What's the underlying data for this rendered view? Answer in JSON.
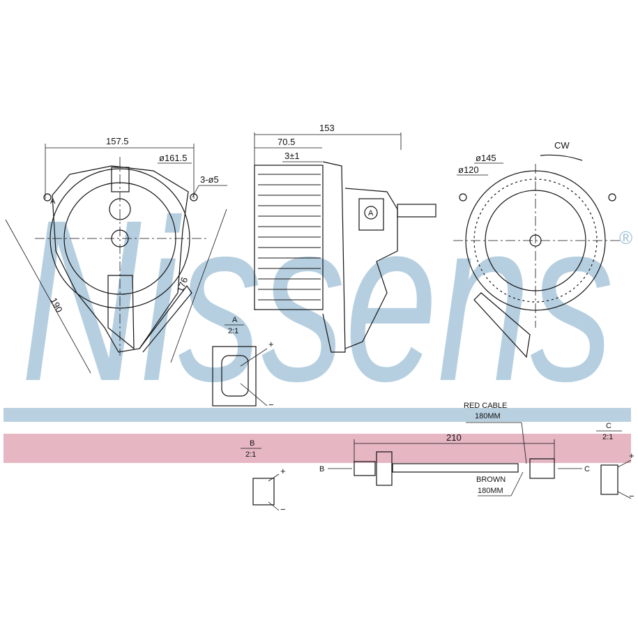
{
  "watermark": {
    "brand": "Nissens",
    "registered": "®",
    "band_blue": "#b9d0e0",
    "band_red": "#e6b7c3"
  },
  "front_view": {
    "width_dim": "157.5",
    "outer_dia": "ø161.5",
    "holes": "3-ø5",
    "diag_dim_1": "190",
    "diag_dim_2": "176",
    "point_label": "A"
  },
  "side_view": {
    "overall": "153",
    "depth": "70.5",
    "gap": "3±1",
    "detail_marker": "A"
  },
  "rear_view": {
    "dia_outer": "ø145",
    "dia_inner": "ø120",
    "rotation": "CW"
  },
  "detail_a": {
    "title": "A",
    "scale": "2:1",
    "plus": "+",
    "minus": "−"
  },
  "detail_b": {
    "title": "B",
    "scale": "2:1",
    "plus": "+",
    "minus": "−"
  },
  "detail_c": {
    "title": "C",
    "scale": "2:1",
    "plus": "+",
    "minus": "−"
  },
  "cable": {
    "red_label": "RED CABLE",
    "red_length": "180MM",
    "length": "210",
    "brown_label": "BROWN",
    "brown_length": "180MM",
    "end_b": "B",
    "end_c": "C"
  }
}
